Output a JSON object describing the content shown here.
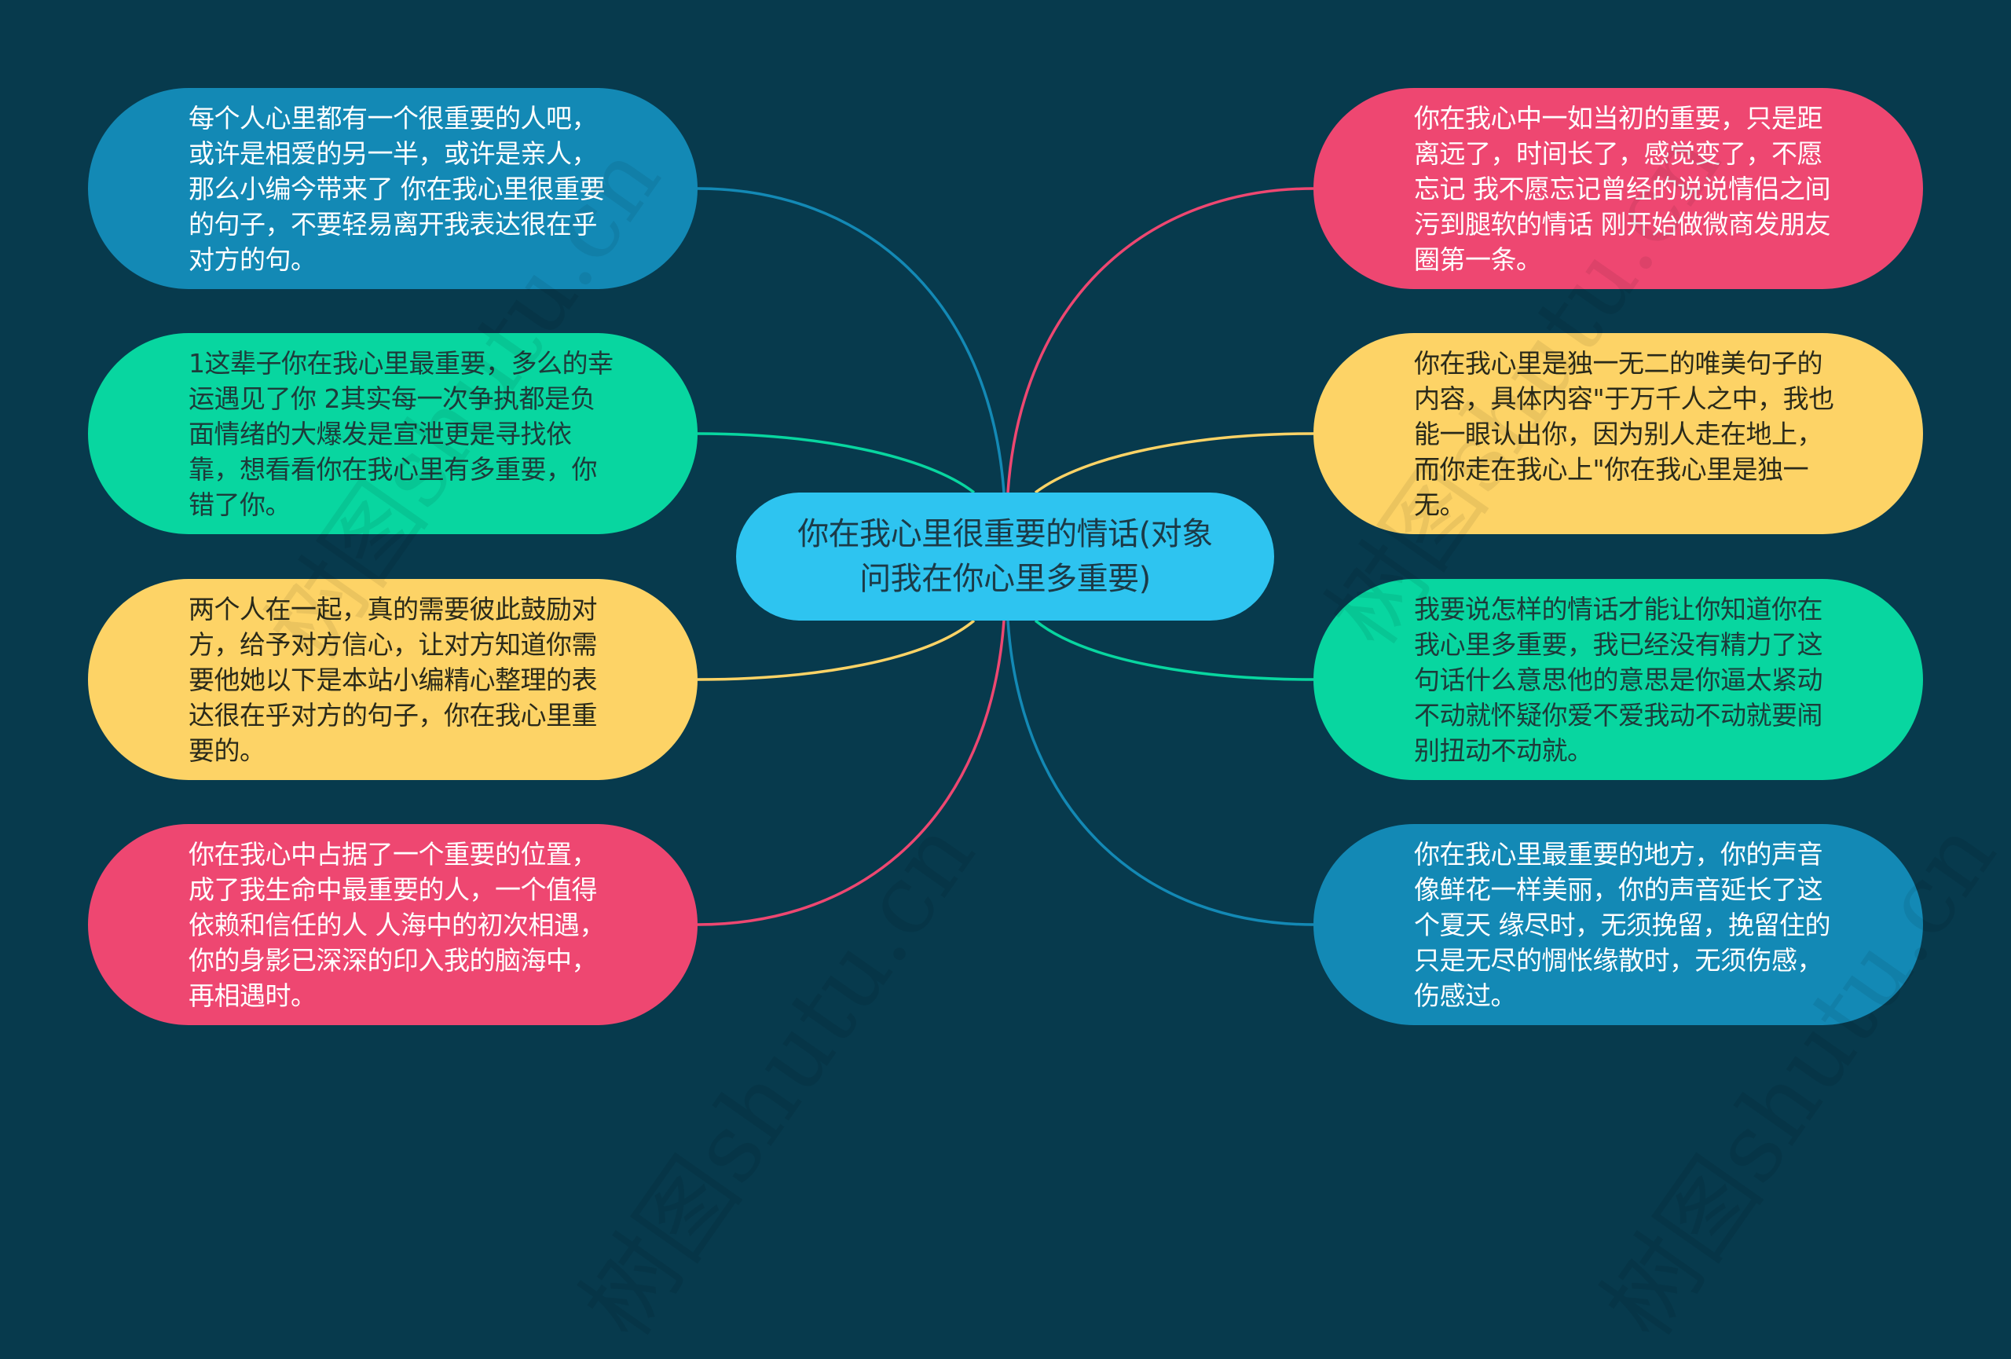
{
  "colors": {
    "background": "#073a4d",
    "center": "#2ec4f0",
    "blue": "#1389b5",
    "green": "#08d6a0",
    "yellow": "#fdd366",
    "pink": "#ee4771"
  },
  "center": {
    "text": "你在我心里很重要的情话(对象问我在你心里多重要)"
  },
  "left_nodes": [
    {
      "color": "blue",
      "text": "每个人心里都有一个很重要的人吧，或许是相爱的另一半，或许是亲人，那么小编今带来了 你在我心里很重要的句子，不要轻易离开我表达很在乎对方的句。"
    },
    {
      "color": "green",
      "text": "1这辈子你在我心里最重要，多么的幸运遇见了你 2其实每一次争执都是负面情绪的大爆发是宣泄更是寻找依靠，想看看你在我心里有多重要，你错了你。"
    },
    {
      "color": "yellow",
      "text": "两个人在一起，真的需要彼此鼓励对方，给予对方信心，让对方知道你需要他她以下是本站小编精心整理的表达很在乎对方的句子，你在我心里重要的。"
    },
    {
      "color": "pink",
      "text": "你在我心中占据了一个重要的位置，成了我生命中最重要的人，一个值得依赖和信任的人 人海中的初次相遇，你的身影已深深的印入我的脑海中，再相遇时。"
    }
  ],
  "right_nodes": [
    {
      "color": "pink",
      "text": "你在我心中一如当初的重要，只是距离远了，时间长了，感觉变了，不愿忘记 我不愿忘记曾经的说说情侣之间污到腿软的情话 刚开始做微商发朋友圈第一条。"
    },
    {
      "color": "yellow",
      "text": "你在我心里是独一无二的唯美句子的内容，具体内容\"于万千人之中，我也能一眼认出你，因为别人走在地上，而你走在我心上\"你在我心里是独一无。"
    },
    {
      "color": "green",
      "text": "我要说怎样的情话才能让你知道你在我心里多重要，我已经没有精力了这句话什么意思他的意思是你逼太紧动不动就怀疑你爱不爱我动不动就要闹别扭动不动就。"
    },
    {
      "color": "blue",
      "text": "你在我心里最重要的地方，你的声音像鲜花一样美丽，你的声音延长了这个夏天 缘尽时，无须挽留，挽留住的只是无尽的惆怅缘散时，无须伤感，伤感过。"
    }
  ],
  "watermark": {
    "text": "树图shutu.cn"
  }
}
